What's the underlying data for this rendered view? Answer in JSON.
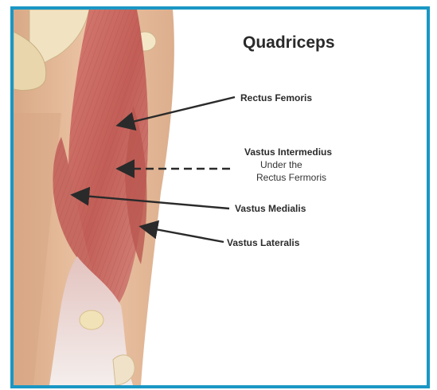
{
  "title": "Quadriceps",
  "labels": {
    "rectus_femoris": "Rectus Femoris",
    "vastus_intermedius": "Vastus Intermedius",
    "vastus_intermedius_note_1": "Under the",
    "vastus_intermedius_note_2": "Rectus Fermoris",
    "vastus_medialis": "Vastus Medialis",
    "vastus_lateralis": "Vastus Lateralis"
  },
  "colors": {
    "frame": "#1a97c4",
    "skin": "#e6bc98",
    "bone": "#f1e3c2",
    "muscle": "#c8675f",
    "tendon": "#efe6e2",
    "arrow": "#2a2a2a"
  },
  "icons": [
    "pelvis-bone",
    "thigh-muscles",
    "patella",
    "knee-joint"
  ]
}
